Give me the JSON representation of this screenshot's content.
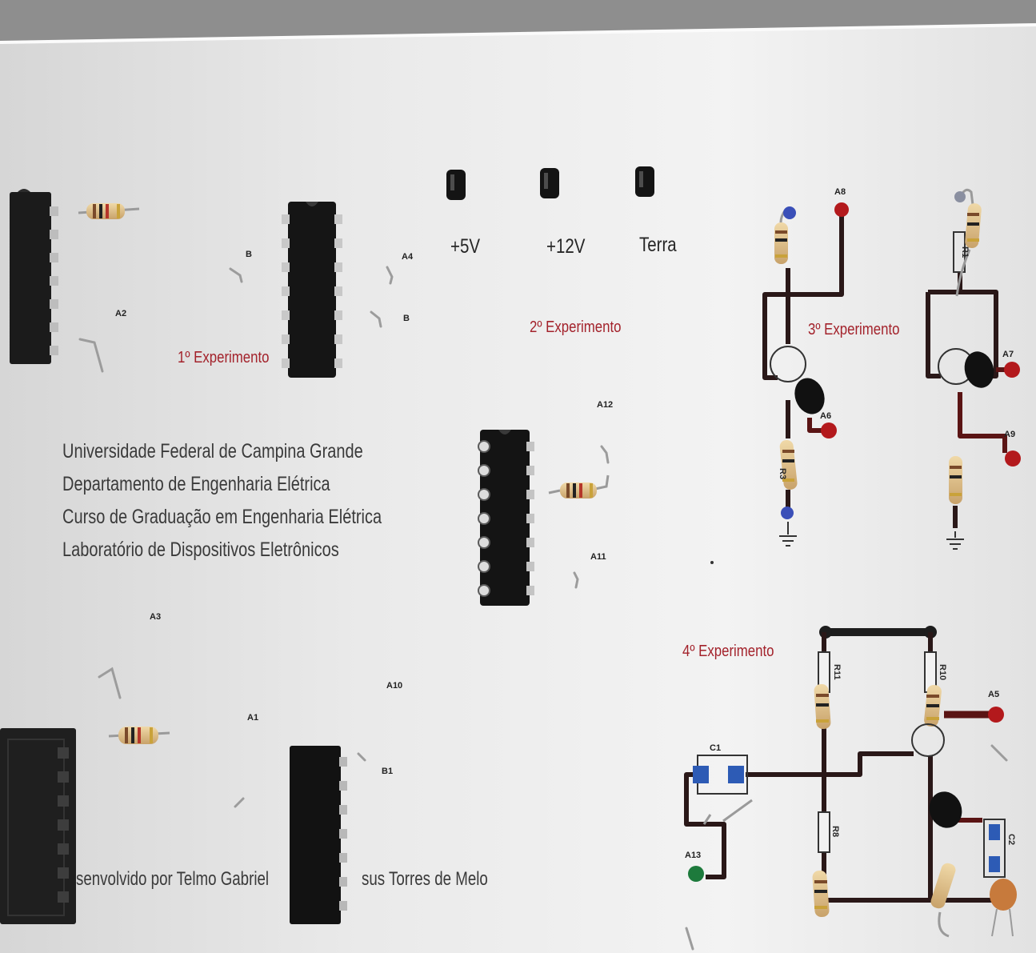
{
  "board": {
    "power_terminals": [
      "+5V",
      "+12V",
      "Terra"
    ],
    "experiments": [
      "1º Experimento",
      "2º Experimento",
      "3º Experimento",
      "4º Experimento"
    ],
    "institution_lines": [
      "Universidade Federal de Campina Grande",
      "Departamento de Engenharia Elétrica",
      "Curso de Graduação em Engenharia Elétrica",
      "Laboratório de Dispositivos Eletrônicos"
    ],
    "credit_fragments": [
      "senvolvido por Telmo Gabriel",
      "sus Torres de Melo"
    ],
    "test_points": [
      "B",
      "A4",
      "A2",
      "B",
      "A12",
      "A11",
      "A3",
      "A1",
      "A10",
      "B1",
      "A13",
      "A5",
      "A6",
      "A7",
      "A9",
      "A8"
    ],
    "component_labels": [
      "C1",
      "R11",
      "R8",
      "R10",
      "C2",
      "R3",
      "R1"
    ]
  },
  "colors": {
    "experiment_label": "#a3222b",
    "institution_text": "#3a3a3a",
    "trace": "#2a1818",
    "test_point_red": "#b3191c",
    "test_point_blue": "#3a4fb8",
    "test_point_green": "#1d7a3c",
    "capacitor_pad": "#2d5bb5",
    "ic_body": "#151515"
  }
}
